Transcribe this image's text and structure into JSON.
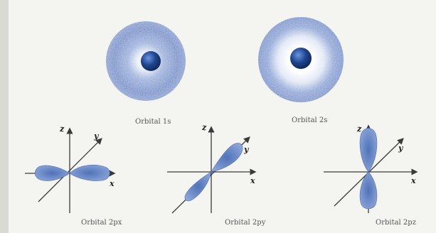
{
  "colors": {
    "cloud": "#6f8cc8",
    "nucleus": "#1f4690",
    "lobe": "#5d7fc1",
    "axis": "#3a3a3a"
  },
  "orbitals": [
    {
      "label": "Orbital 1s",
      "shape": "sphere"
    },
    {
      "label": "Orbital 2s",
      "shape": "sphere-with-node"
    },
    {
      "label": "Orbital 2px",
      "shape": "dumbbell-x"
    },
    {
      "label": "Orbital 2py",
      "shape": "dumbbell-y"
    },
    {
      "label": "Orbital 2pz",
      "shape": "dumbbell-z"
    }
  ],
  "axes": {
    "x": "x",
    "y": "y",
    "z": "z"
  }
}
